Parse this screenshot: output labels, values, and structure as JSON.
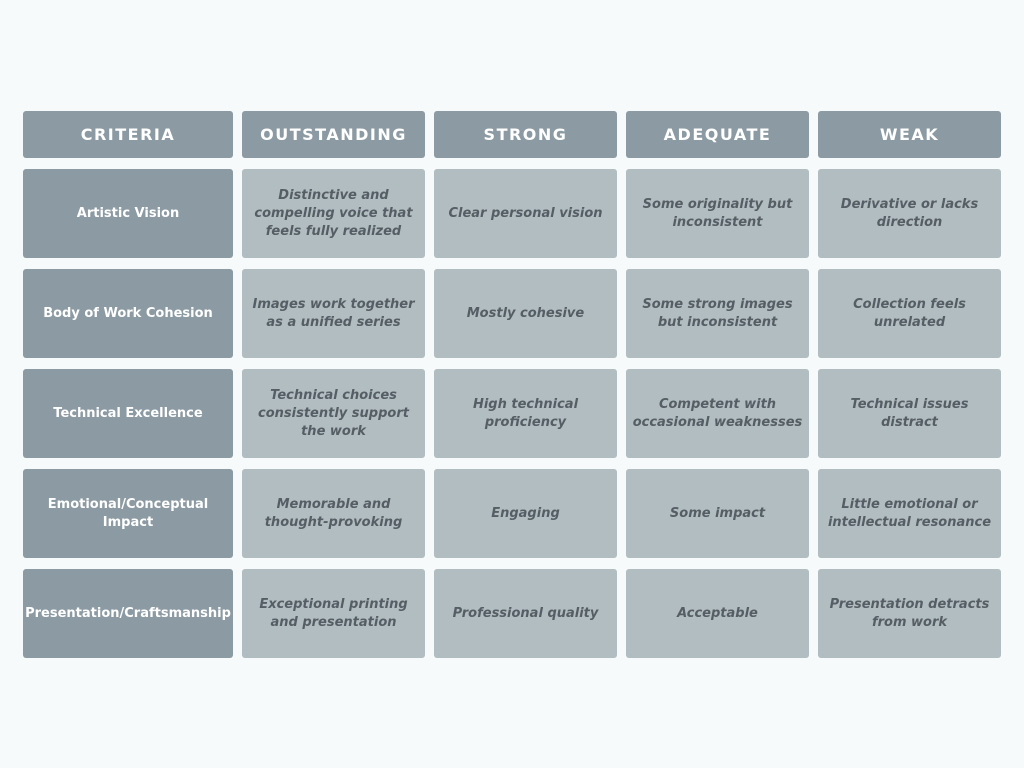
{
  "colors": {
    "background": "#f7fafb",
    "header_fill": "#8c9ba3",
    "criteria_fill": "#8c9ba3",
    "cell_fill": "#b2bdc1",
    "header_text": "#ffffff",
    "cell_text": "#555e64"
  },
  "headers": [
    "CRITERIA",
    "OUTSTANDING",
    "STRONG",
    "ADEQUATE",
    "WEAK"
  ],
  "rows": [
    {
      "criterion": "Artistic Vision",
      "levels": [
        "Distinctive and compelling voice that feels fully realized",
        "Clear personal vision",
        "Some originality but inconsistent",
        "Derivative or lacks direction"
      ]
    },
    {
      "criterion": "Body of Work Cohesion",
      "levels": [
        "Images work together as a unified series",
        "Mostly cohesive",
        "Some strong images but inconsistent",
        "Collection feels unrelated"
      ]
    },
    {
      "criterion": "Technical Excellence",
      "levels": [
        "Technical choices consistently support the work",
        "High technical proficiency",
        "Competent with occasional weaknesses",
        "Technical issues distract"
      ]
    },
    {
      "criterion": "Emotional/Conceptual Impact",
      "levels": [
        "Memorable and thought-provoking",
        "Engaging",
        "Some impact",
        "Little emotional or intellectual resonance"
      ]
    },
    {
      "criterion": "Presentation/Craftsmanship",
      "levels": [
        "Exceptional printing and presentation",
        "Professional quality",
        "Acceptable",
        "Presentation detracts from work"
      ]
    }
  ]
}
